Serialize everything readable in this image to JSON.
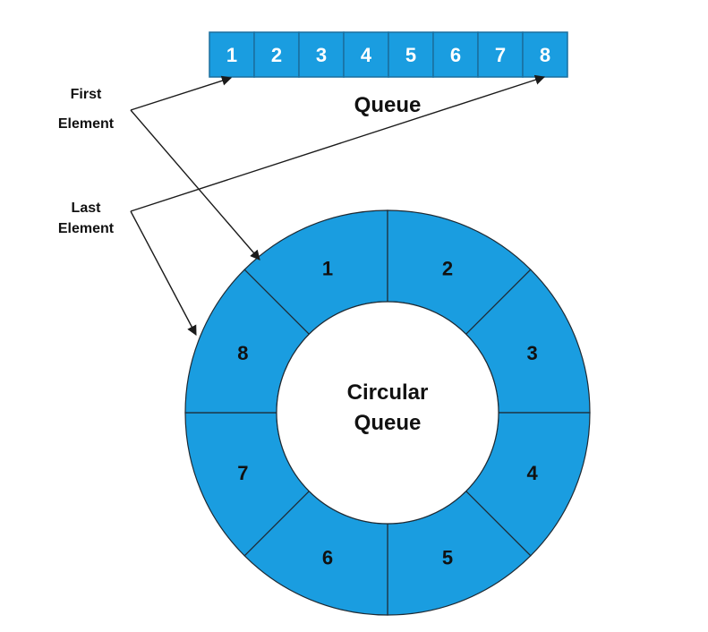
{
  "queue": {
    "title": "Queue",
    "cells": [
      "1",
      "2",
      "3",
      "4",
      "5",
      "6",
      "7",
      "8"
    ]
  },
  "circular_queue": {
    "title_line1": "Circular",
    "title_line2": "Queue",
    "segments": [
      "1",
      "2",
      "3",
      "4",
      "5",
      "6",
      "7",
      "8"
    ]
  },
  "labels": {
    "first_line1": "First",
    "first_line2": "Element",
    "last_line1": "Last",
    "last_line2": "Element"
  },
  "colors": {
    "cell_fill": "#1a9de0",
    "ring_fill": "#1a9de0"
  }
}
